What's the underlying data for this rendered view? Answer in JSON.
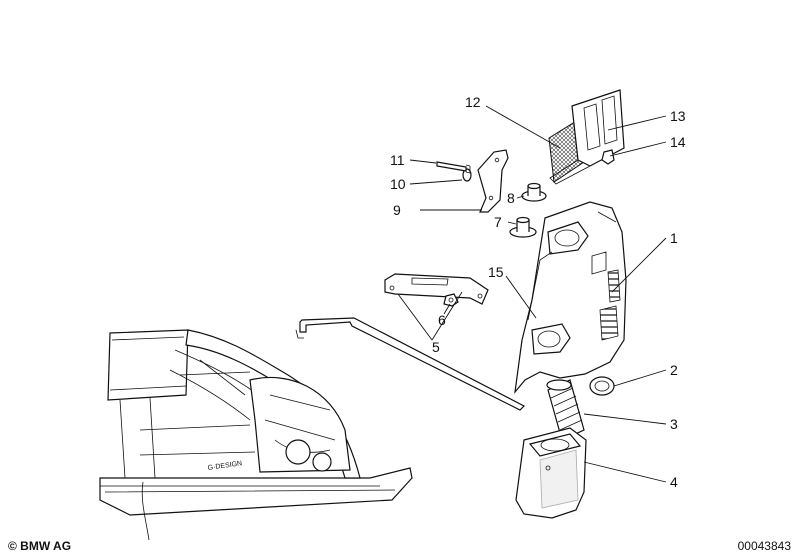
{
  "diagram": {
    "callouts": [
      {
        "id": "1",
        "label": "1"
      },
      {
        "id": "2",
        "label": "2"
      },
      {
        "id": "3",
        "label": "3"
      },
      {
        "id": "4",
        "label": "4"
      },
      {
        "id": "5",
        "label": "5"
      },
      {
        "id": "6",
        "label": "6"
      },
      {
        "id": "7",
        "label": "7"
      },
      {
        "id": "8",
        "label": "8"
      },
      {
        "id": "9",
        "label": "9"
      },
      {
        "id": "10",
        "label": "10"
      },
      {
        "id": "11",
        "label": "11"
      },
      {
        "id": "12",
        "label": "12"
      },
      {
        "id": "13",
        "label": "13"
      },
      {
        "id": "14",
        "label": "14"
      },
      {
        "id": "15",
        "label": "15"
      }
    ],
    "body_stamp": "G·DESIGN"
  },
  "footer": {
    "copyright": "© BMW AG",
    "drawing_number": "00043843"
  }
}
